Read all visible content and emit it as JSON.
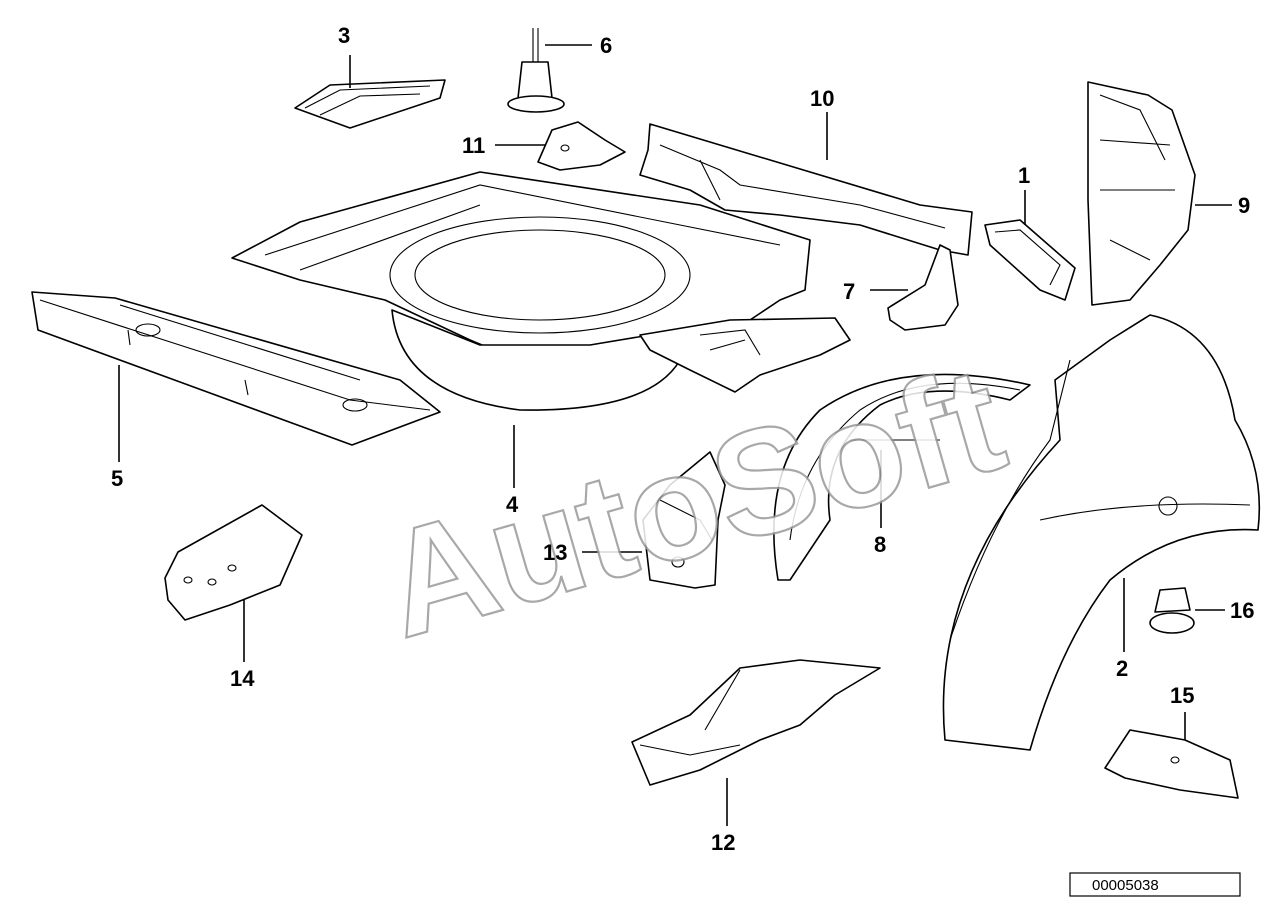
{
  "watermark": "AutoSoft",
  "catalog_number": "00005038",
  "callouts": [
    "1",
    "2",
    "3",
    "4",
    "5",
    "6",
    "7",
    "8",
    "9",
    "10",
    "11",
    "12",
    "13",
    "14",
    "15",
    "16"
  ]
}
